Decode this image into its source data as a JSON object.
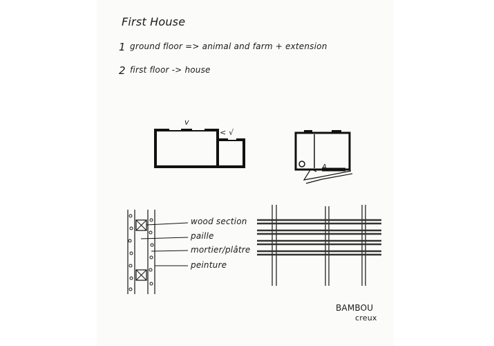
{
  "title": "First House",
  "floors": [
    {
      "num": "1",
      "text": "ground floor => animal and farm + extension"
    },
    {
      "num": "2",
      "text": "first floor -> house"
    }
  ],
  "plan_marks": {
    "v_top": "v",
    "v_side": "< √",
    "a_entry": "A"
  },
  "wall_layers": [
    "wood section",
    "paille",
    "mortier/plâtre",
    "peinture"
  ],
  "bamboo": {
    "title": "BAMBOU",
    "subtitle": "creux"
  }
}
